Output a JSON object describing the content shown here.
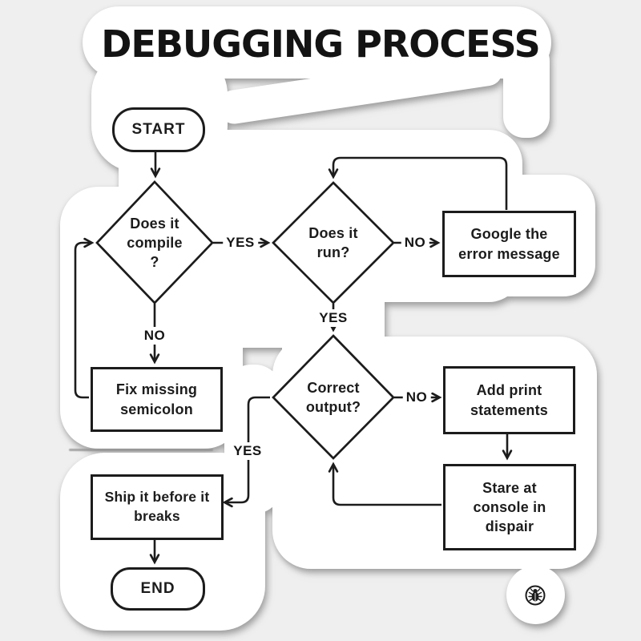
{
  "title": "DEBUGGING PROCESS",
  "nodes": {
    "start": "START",
    "compile": "Does it\ncompile\n?",
    "run": "Does it\nrun?",
    "google": "Google the\nerror message",
    "fix": "Fix missing\nsemicolon",
    "correct": "Correct\noutput?",
    "add_print": "Add print\nstatements",
    "stare": "Stare at\nconsole in\ndispair",
    "ship": "Ship it before it\nbreaks",
    "end": "END"
  },
  "edge_labels": {
    "compile_yes": "YES",
    "compile_no": "NO",
    "run_yes": "YES",
    "run_no": "NO",
    "correct_yes": "YES",
    "correct_no": "NO"
  },
  "icons": {
    "bug": "bug-icon"
  },
  "colors": {
    "background": "#efefef",
    "sticker": "#ffffff",
    "ink": "#1c1c1c"
  }
}
